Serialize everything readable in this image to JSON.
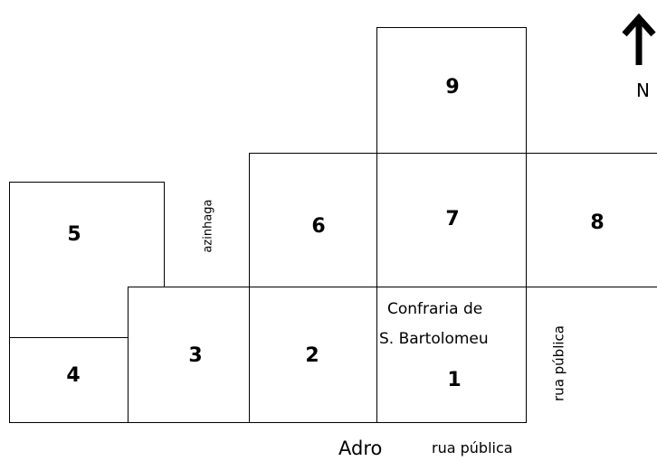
{
  "plots": {
    "p1": "1",
    "p2": "2",
    "p3": "3",
    "p4": "4",
    "p5": "5",
    "p6": "6",
    "p7": "7",
    "p8": "8",
    "p9": "9"
  },
  "confraria": {
    "line1": "Confraria de",
    "line2": "S. Bartolomeu"
  },
  "labels": {
    "azinhaga": "azinhaga",
    "rua_publica_vertical": "rua pública",
    "rua_publica_bottom": "rua pública",
    "adro": "Adro"
  },
  "compass": {
    "north_label": "N",
    "icon": "north-arrow-icon"
  }
}
